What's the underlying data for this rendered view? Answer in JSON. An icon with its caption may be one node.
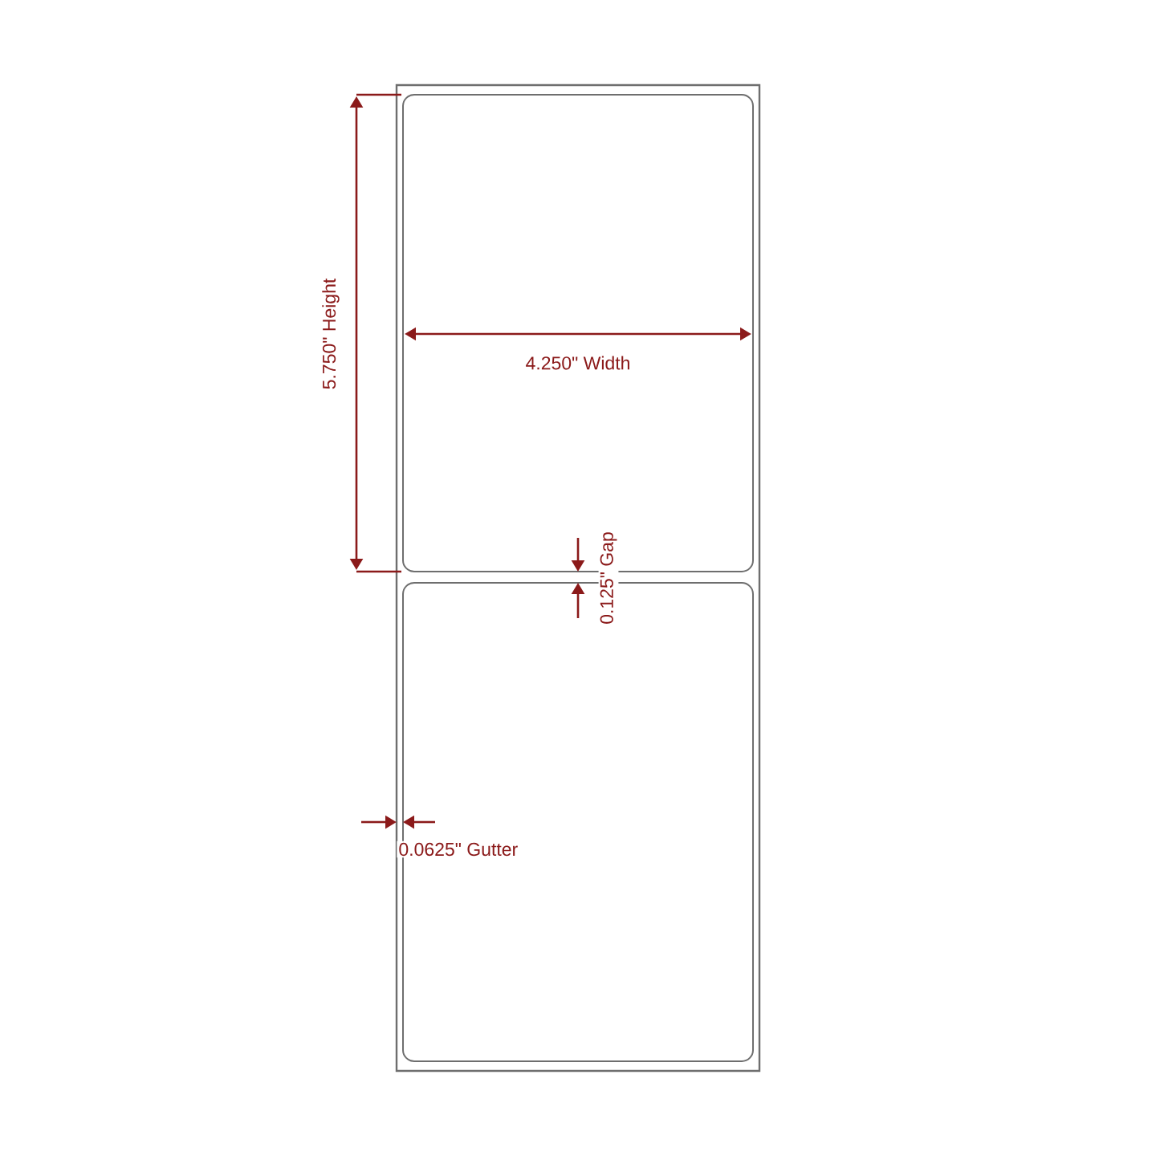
{
  "diagram": {
    "labels": [
      "5.750\" Height",
      "4.250\" Width",
      "0.125\" Gap",
      "0.0625\" Gutter"
    ]
  }
}
